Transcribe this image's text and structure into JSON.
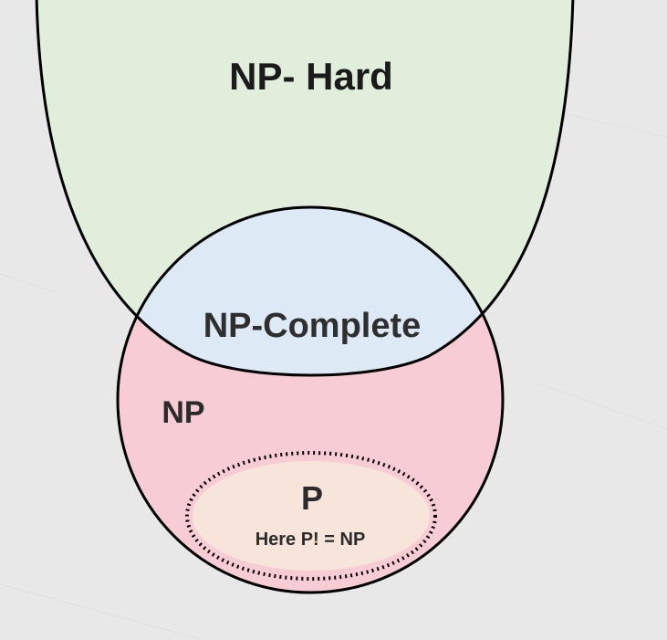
{
  "diagram": {
    "np_hard_label": "NP- Hard",
    "np_complete_label": "NP-Complete",
    "np_label": "NP",
    "p_label": "P",
    "p_note": "Here P! = NP"
  },
  "colors": {
    "background": "#e9e8e9",
    "np_hard_fill": "#e2eedc",
    "np_complete_fill": "#dde9f5",
    "np_fill": "#f8ccd4",
    "p_fill": "#f7e4da",
    "outline": "#000000"
  }
}
